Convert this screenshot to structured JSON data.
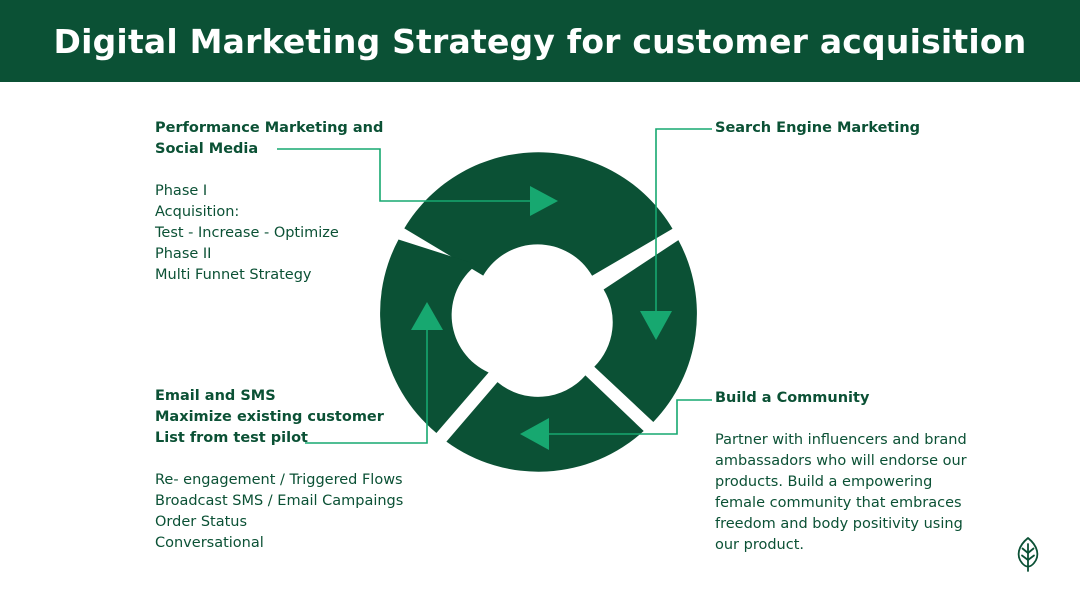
{
  "title": "Digital Marketing Strategy for customer acquisition",
  "colors": {
    "brand_dark": "#0b5135",
    "accent": "#17a870",
    "background": "#ffffff"
  },
  "sections": {
    "performance": {
      "heading": [
        "Performance Marketing and",
        "Social Media"
      ],
      "lines": [
        "Phase I",
        "Acquisition:",
        "Test - Increase - Optimize",
        "Phase II",
        "Multi Funnet Strategy"
      ]
    },
    "search": {
      "heading": [
        "Search Engine Marketing"
      ]
    },
    "email": {
      "heading": [
        "Email and SMS",
        "Maximize existing customer",
        "List from test pilot"
      ],
      "lines": [
        "Re- engagement / Triggered Flows",
        "Broadcast SMS / Email Campaings",
        "Order Status",
        "Conversational"
      ]
    },
    "community": {
      "heading": [
        "Build a Community"
      ],
      "paragraph": "Partner with influencers and brand ambassadors who will endorse our products. Build a empowering female community that embraces freedom and body positivity using our product."
    }
  },
  "icons": {
    "logo": "leaf-icon"
  }
}
